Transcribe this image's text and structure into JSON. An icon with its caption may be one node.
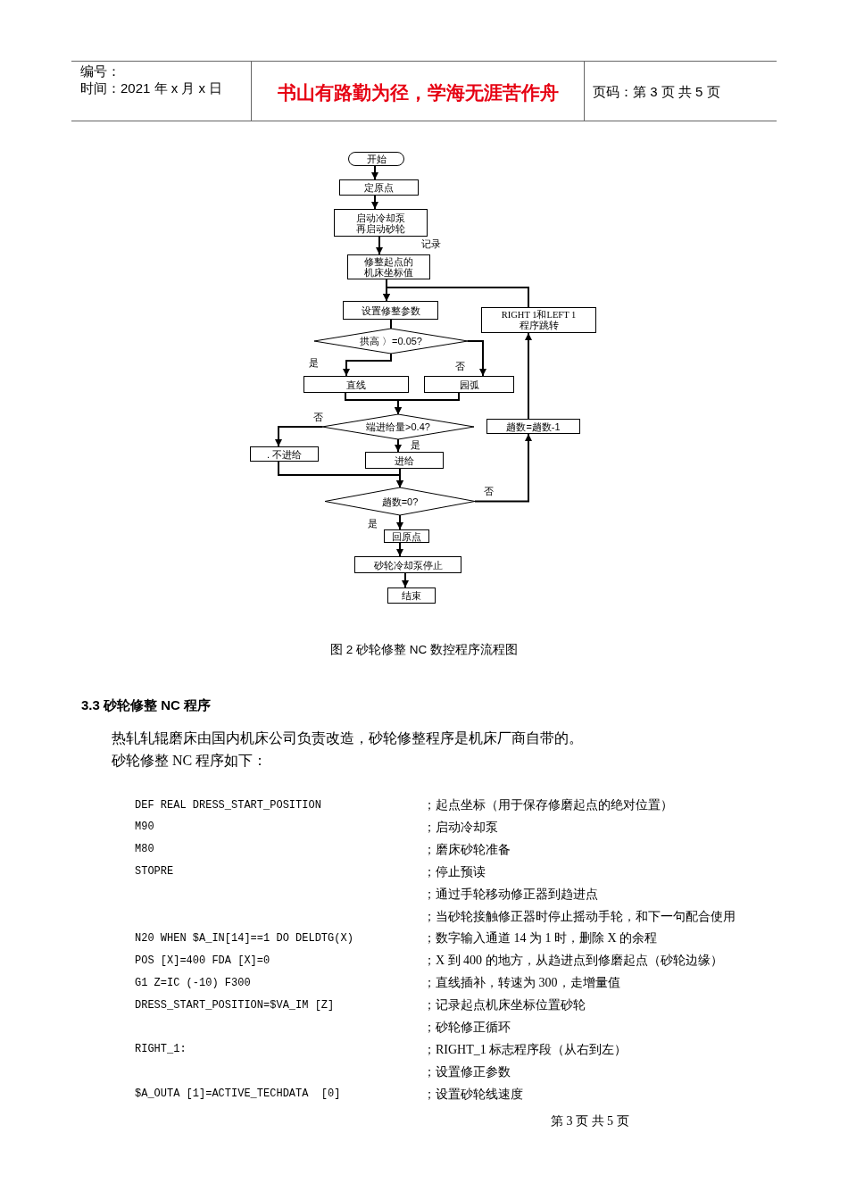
{
  "diagram": {
    "caption": "图 2 砂轮修整 NC 数控程序流程图",
    "nodes": [
      {
        "text": [
          "开始"
        ]
      },
      {
        "text": [
          "定原点"
        ]
      },
      {
        "text": [
          "启动冷却泵再启动砂轮"
        ]
      },
      {
        "text": [
          "修整起点的机床坐标值"
        ]
      },
      {
        "text": [
          "设置修整参数"
        ]
      },
      {
        "text": [
          "RIGHT 1和LEFT 1 程序跳转"
        ]
      },
      {
        "text": [
          "拱高 〉=0.05?"
        ]
      },
      {
        "text": [
          "直线"
        ]
      },
      {
        "text": [
          "园弧"
        ]
      },
      {
        "text": [
          "端进给量>0.4?"
        ]
      },
      {
        "text": [
          "趟数=趟数-1"
        ]
      },
      {
        "text": [
          ". 不进给"
        ]
      },
      {
        "text": [
          "进给"
        ]
      },
      {
        "text": [
          "趟数=0?"
        ]
      },
      {
        "text": [
          "回原点"
        ]
      },
      {
        "text": [
          "砂轮冷却泵停止"
        ]
      },
      {
        "text": [
          "结束"
        ]
      }
    ],
    "edges": [
      {
        "from": 0,
        "to": 1,
        "arrow": "to"
      },
      {
        "from": 1,
        "to": 2,
        "arrow": "to"
      },
      {
        "from": 2,
        "to": 3,
        "arrow": "to",
        "label": "记录"
      },
      {
        "from": 3,
        "to": 4,
        "arrow": "to"
      },
      {
        "from": 4,
        "to": 6,
        "arrow": "none"
      },
      {
        "from": 6,
        "to": 7,
        "arrow": "to",
        "label": "是"
      },
      {
        "from": 6,
        "to": 8,
        "arrow": "to",
        "label": "否"
      },
      {
        "from": 7,
        "to": 9,
        "arrow": "to"
      },
      {
        "from": 8,
        "to": 9,
        "arrow": "to"
      },
      {
        "from": 9,
        "to": 11,
        "arrow": "to",
        "label": "否"
      },
      {
        "from": 9,
        "to": 12,
        "arrow": "to",
        "label": "是"
      },
      {
        "from": 11,
        "to": 13,
        "arrow": "to"
      },
      {
        "from": 12,
        "to": 13,
        "arrow": "to"
      },
      {
        "from": 13,
        "to": 10,
        "arrow": "to",
        "label": "否"
      },
      {
        "from": 10,
        "to": 5,
        "arrow": "to"
      },
      {
        "from": 5,
        "to": 4,
        "arrow": "to"
      },
      {
        "from": 13,
        "to": 14,
        "arrow": "to",
        "label": "是"
      },
      {
        "from": 14,
        "to": 15,
        "arrow": "to"
      },
      {
        "from": 15,
        "to": 16,
        "arrow": "to"
      }
    ],
    "labels": [
      "编号：",
      "时间：2021 年 x 月 x 日",
      "书山有路勤为径，学海无涯苦作舟",
      "页码：第 3 页 共 5 页",
      "3.3 砂轮修整 NC 程序",
      "热轧轧辊磨床由国内机床公司负责改造，砂轮修整程序是机床厂商自带的。",
      "砂轮修整 NC 程序如下：",
      "DEF REAL DRESS_START_POSITION",
      "；起点坐标（用于保存修磨起点的绝对位置）",
      "M90",
      "；启动冷却泵",
      "M80",
      "；磨床砂轮准备",
      "STOPRE",
      "；停止预读",
      "；通过手轮移动修正器到趋进点",
      "；当砂轮接触修正器时停止摇动手轮，和下一句配合使用",
      "N20 WHEN $A_IN[14]==1 DO DELDTG(X)",
      "；数字输入通道 14 为 1 时，删除 X 的余程",
      "POS [X]=400 FDA [X]=0",
      "；X 到 400 的地方，从趋进点到修磨起点（砂轮边缘）",
      "G1 Z=IC (-10) F300",
      "；直线插补，转速为 300，走增量值",
      "DRESS_START_POSITION=$VA_IM [Z]",
      "；记录起点机床坐标位置砂轮",
      "；砂轮修正循环",
      "RIGHT_1:",
      "；RIGHT_1 标志程序段（从右到左）",
      "；设置修正参数",
      "$A_OUTA [1]=ACTIVE_TECHDATA  [0]",
      "；设置砂轮线速度",
      "第 3 页 共 5 页"
    ]
  }
}
